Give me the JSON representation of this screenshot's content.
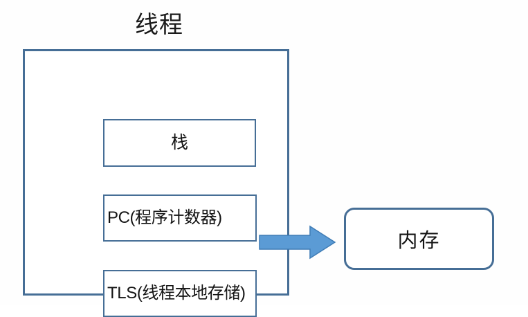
{
  "diagram": {
    "type": "block-diagram",
    "title": "线程",
    "background_color": "#fefefe",
    "border_color": "#466e96",
    "arrow_color": "#5b9bd5",
    "text_color": "#141414",
    "thread_container": {
      "label": "线程",
      "components": [
        {
          "id": "stack",
          "label": "栈",
          "align": "center"
        },
        {
          "id": "pc",
          "label": "PC(程序计数器)",
          "align": "left"
        },
        {
          "id": "tls",
          "label": "TLS(线程本地存储)",
          "align": "left"
        }
      ]
    },
    "arrow": {
      "direction": "right",
      "from": "thread",
      "to": "memory"
    },
    "memory_node": {
      "label": "内存",
      "shape": "rounded-rectangle"
    }
  }
}
